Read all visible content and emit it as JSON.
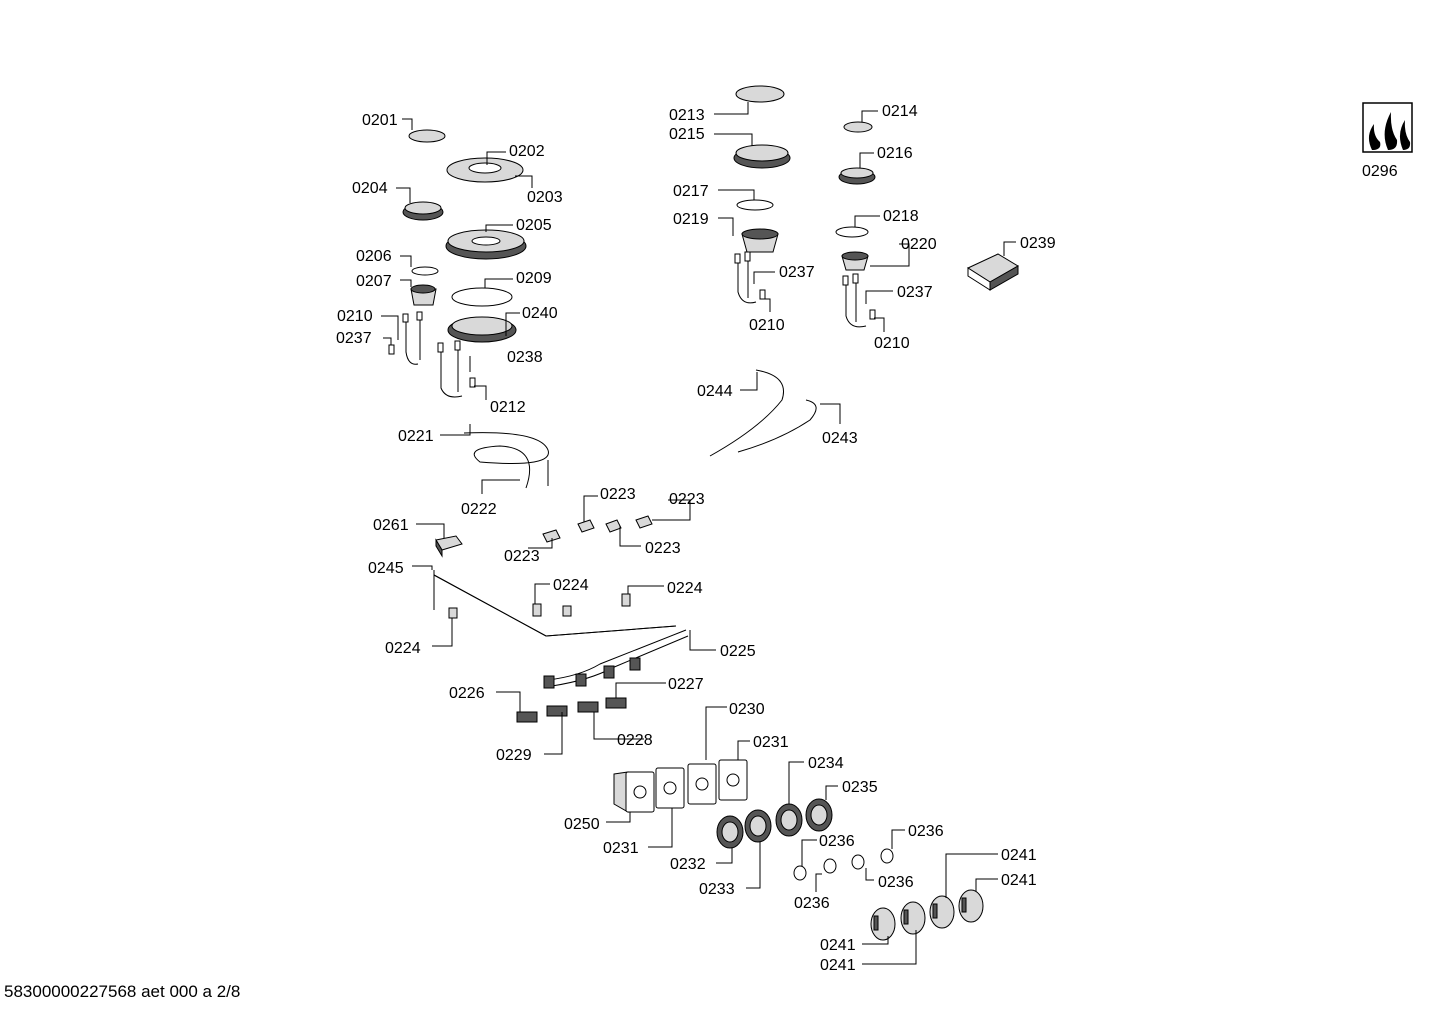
{
  "document_id": "58300000227568 aet 000 a 2/8",
  "symbol": {
    "label": "0296",
    "icon": "flame-icon"
  },
  "part_labels": {
    "p0201": "0201",
    "p0202": "0202",
    "p0203": "0203",
    "p0204": "0204",
    "p0205": "0205",
    "p0206": "0206",
    "p0207": "0207",
    "p0209": "0209",
    "p0210a": "0210",
    "p0237a": "0237",
    "p0240": "0240",
    "p0238": "0238",
    "p0212": "0212",
    "p0213": "0213",
    "p0214": "0214",
    "p0215": "0215",
    "p0216": "0216",
    "p0217": "0217",
    "p0218": "0218",
    "p0219": "0219",
    "p0220": "0220",
    "p0237b": "0237",
    "p0237c": "0237",
    "p0210b": "0210",
    "p0210c": "0210",
    "p0239": "0239",
    "p0244": "0244",
    "p0243": "0243",
    "p0221": "0221",
    "p0222": "0222",
    "p0223a": "0223",
    "p0223b": "0223",
    "p0223c": "0223",
    "p0223d": "0223",
    "p0261": "0261",
    "p0245": "0245",
    "p0224a": "0224",
    "p0224b": "0224",
    "p0224c": "0224",
    "p0225": "0225",
    "p0226": "0226",
    "p0227": "0227",
    "p0229": "0229",
    "p0228": "0228",
    "p0230": "0230",
    "p0231a": "0231",
    "p0231b": "0231",
    "p0250": "0250",
    "p0234": "0234",
    "p0235": "0235",
    "p0232": "0232",
    "p0233": "0233",
    "p0236a": "0236",
    "p0236b": "0236",
    "p0236c": "0236",
    "p0236d": "0236",
    "p0241a": "0241",
    "p0241b": "0241",
    "p0241c": "0241",
    "p0241d": "0241"
  }
}
